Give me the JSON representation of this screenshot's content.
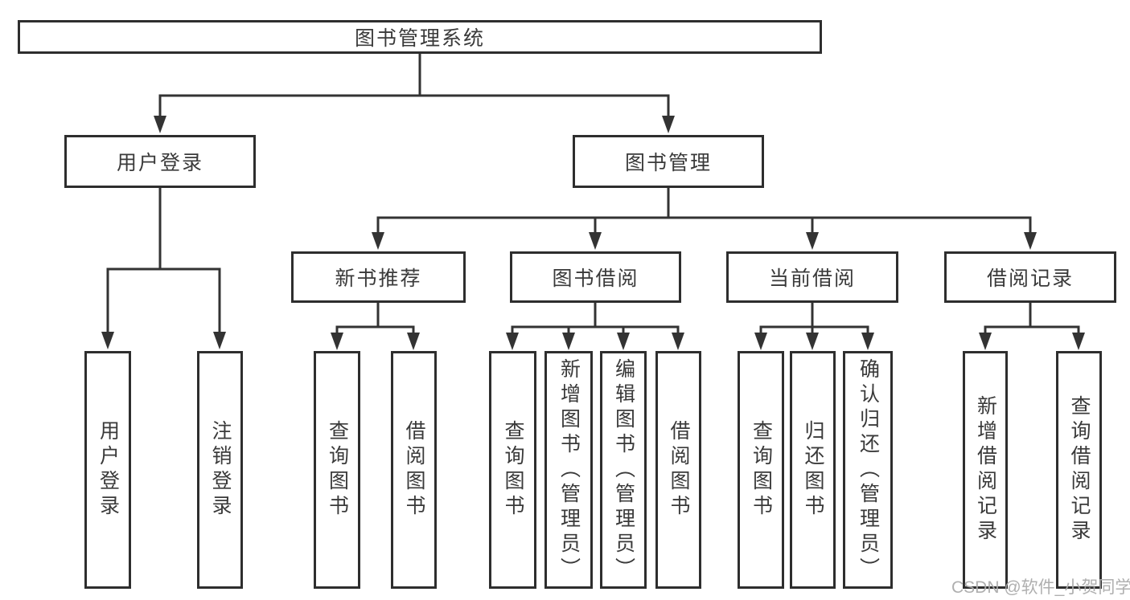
{
  "diagram": {
    "root_label": "图书管理系统",
    "nodes": {
      "user_login": "用户登录",
      "book_mgmt": "图书管理",
      "new_book_rec": "新书推荐",
      "book_borrow": "图书借阅",
      "current_borrow": "当前借阅",
      "borrow_record": "借阅记录"
    },
    "leaves": {
      "user_login": [
        "用户登录",
        "注销登录"
      ],
      "new_book_rec": [
        "查询图书",
        "借阅图书"
      ],
      "book_borrow": [
        "查询图书",
        "新增图书（管理员）",
        "编辑图书（管理员）",
        "借阅图书"
      ],
      "current_borrow": [
        "查询图书",
        "归还图书",
        "确认归还（管理员）"
      ],
      "borrow_record": [
        "新增借阅记录",
        "查询借阅记录"
      ]
    },
    "colors": {
      "line": "#333333",
      "border": "#2e2e2e",
      "text": "#3a3a3a",
      "watermark": "#ababab"
    }
  },
  "watermark": "CSDN @软件_小贺同学"
}
